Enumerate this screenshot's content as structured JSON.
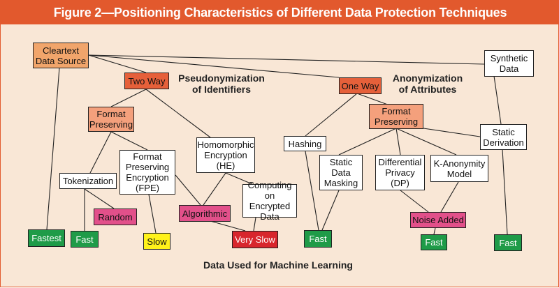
{
  "title": "Figure 2—Positioning Characteristics of Different Data Protection Techniques",
  "headings": {
    "pseudonymization": "Pseudonymization\nof Identifiers",
    "anonymization": "Anonymization\nof Attributes",
    "footer": "Data Used for Machine Learning"
  },
  "nodes": {
    "cleartext": "Cleartext\nData Source",
    "two_way": "Two Way",
    "one_way": "One Way",
    "format_preserving_left": "Format\nPreserving",
    "format_preserving_right": "Format\nPreserving",
    "synthetic": "Synthetic\nData",
    "static_derivation": "Static\nDerivation",
    "tokenization": "Tokenization",
    "fpe": "Format\nPreserving\nEncryption\n(FPE)",
    "he": "Homomorphic\nEncryption\n(HE)",
    "computing_encrypted": "Computing\non Encrypted\nData",
    "hashing": "Hashing",
    "static_masking": "Static\nData\nMasking",
    "dp": "Differential\nPrivacy\n(DP)",
    "k_anonymity": "K-Anonymity\nModel",
    "random": "Random",
    "algorithmic": "Algorithmic",
    "noise_added": "Noise Added",
    "fastest": "Fastest",
    "fast_1": "Fast",
    "slow": "Slow",
    "very_slow": "Very Slow",
    "fast_2": "Fast",
    "fast_3": "Fast",
    "fast_4": "Fast"
  },
  "colors": {
    "accent": "#e2592d",
    "panel": "#f9e7d6",
    "fast_green": "#1f9b48",
    "pink": "#e2508a",
    "slow_yellow": "#fff21a",
    "very_slow_red": "#d8262d"
  }
}
